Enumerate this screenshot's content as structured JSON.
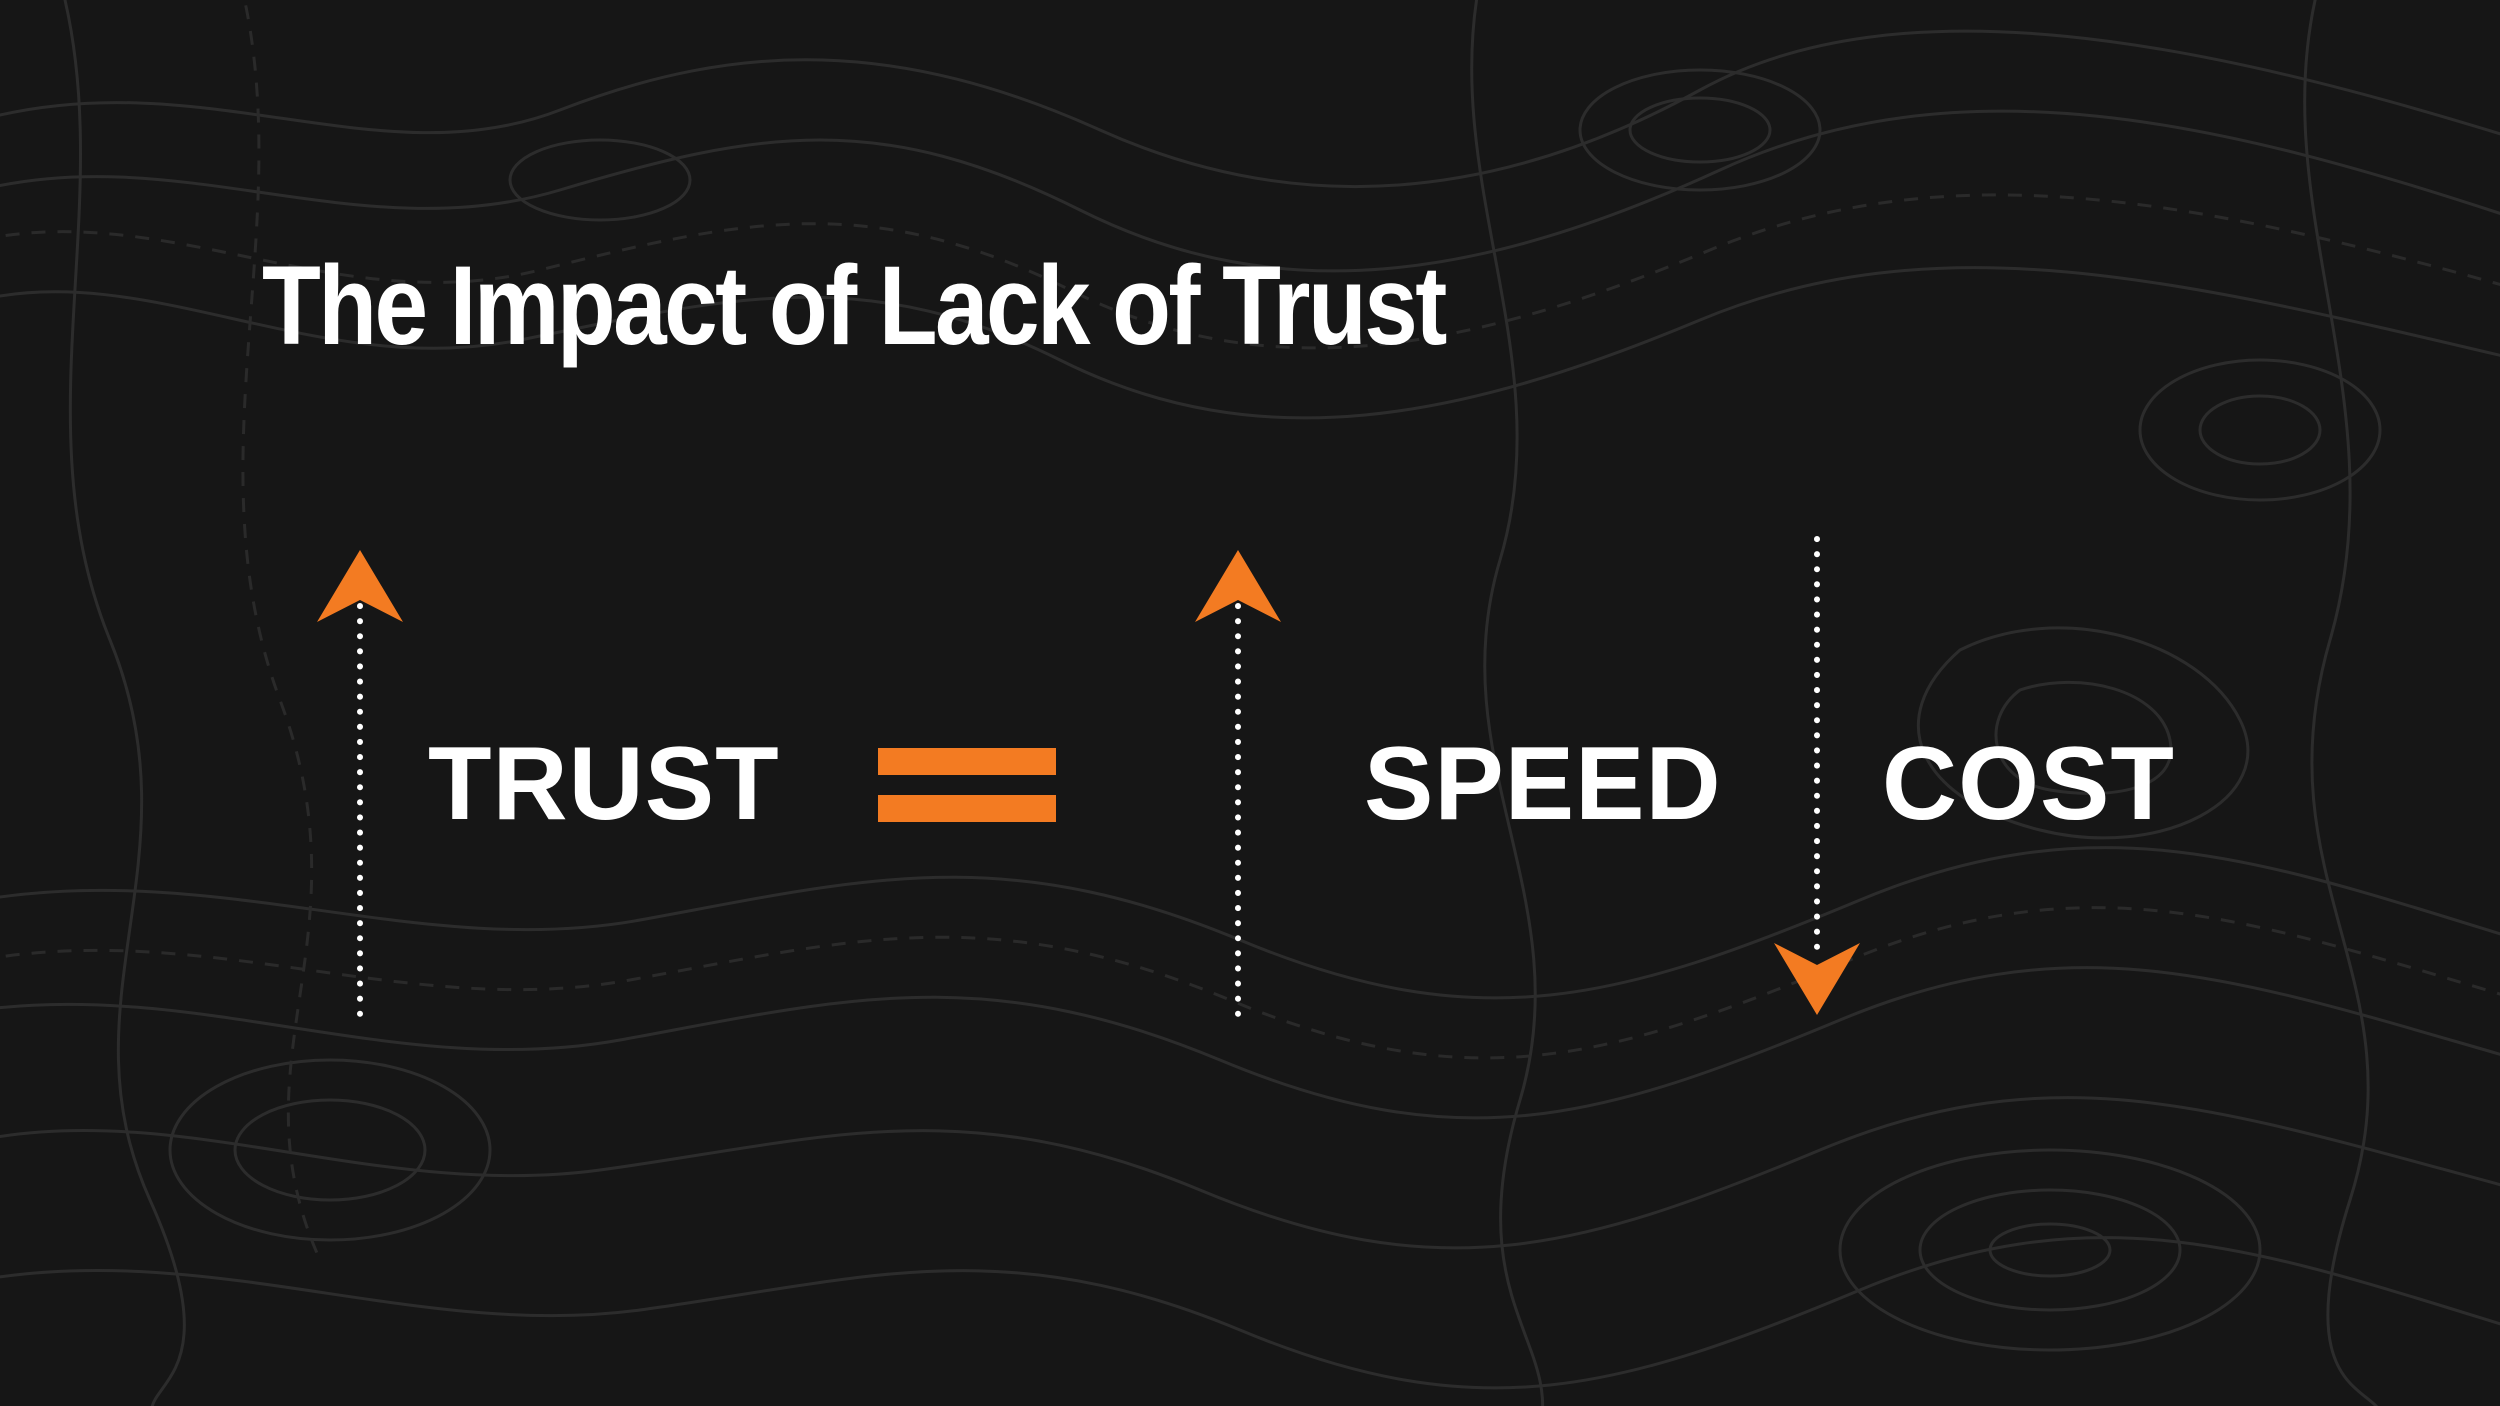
{
  "slide": {
    "title": "The Impact of Lack of Trust",
    "terms": {
      "trust": "TRUST",
      "speed": "SPEED",
      "cost": "COST"
    },
    "directions": {
      "trust": "up",
      "speed": "up",
      "cost": "down"
    }
  },
  "colors": {
    "background": "#161616",
    "accent": "#f37b22",
    "text": "#ffffff",
    "contour": "#2c2c2c"
  },
  "icons": {
    "equals": "equals-sign-icon",
    "up": "dotted-arrow-up-icon",
    "down": "dotted-arrow-down-icon"
  }
}
